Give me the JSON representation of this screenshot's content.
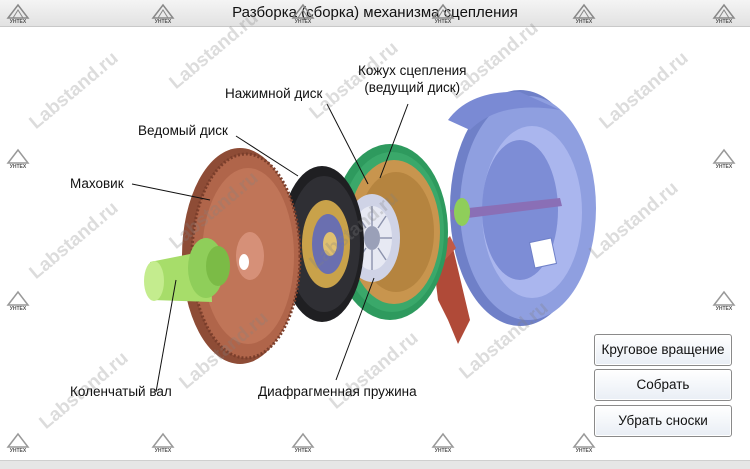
{
  "window": {
    "title": "Разборка (сборка) механизма сцепления"
  },
  "labels": {
    "pressure_plate": "Нажимной диск",
    "clutch_cover": "Кожух сцепления\n(ведущий диск)",
    "driven_disc": "Ведомый диск",
    "flywheel": "Маховик",
    "crankshaft": "Коленчатый вал",
    "diaphragm_spring": "Диафрагменная пружина"
  },
  "buttons": {
    "rotate": "Круговое вращение",
    "assemble": "Собрать",
    "hide_callouts": "Убрать сноски"
  },
  "watermark": {
    "text": "Labstand.ru",
    "logo_caption": "УНТЕХ"
  },
  "colors": {
    "flywheel": "#b0654a",
    "shaft": "#8fce5a",
    "driven_disc": "#2a2a2e",
    "cover_ring": "#3aa86a",
    "pressure_plate": "#c8954e",
    "housing": "#8f9fe0",
    "fork": "#b04a38"
  }
}
